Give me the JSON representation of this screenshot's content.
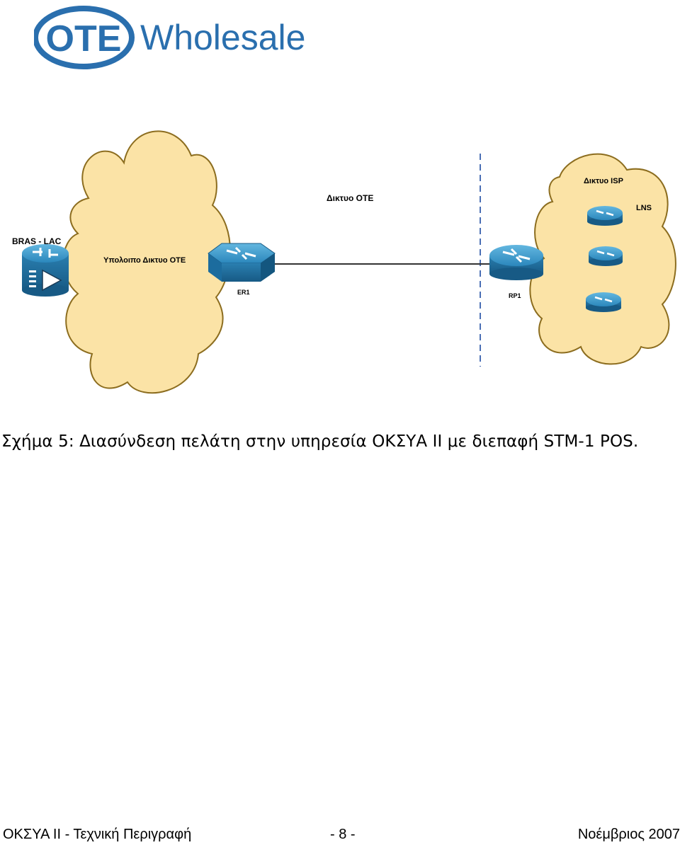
{
  "logo": {
    "brand": "OTE",
    "product": "Wholesale",
    "brand_color": "#2a6fae"
  },
  "diagram": {
    "label_network": "Δικτυο ΟΤΕ",
    "label_isp": "Δικτυο ISP",
    "label_lns": "LNS",
    "label_bras": "BRAS - LAC",
    "label_rest": "Υπολοιπο Δικτυο ΟΤΕ",
    "label_er1": "ER1",
    "label_rp1": "RP1",
    "cloud_fill": "#fbe3a6",
    "cloud_stroke": "#8c6d1f",
    "device_color": "#2d8fc1",
    "divider_color": "#4a6fb5"
  },
  "caption": "Σχήμα 5: Διασύνδεση πελάτη στην υπηρεσία ΟΚΣΥΑ ΙΙ με διεπαφή STM-1 POS.",
  "footer": {
    "left": "ΟΚΣΥΑ ΙΙ  - Τεχνική Περιγραφή",
    "center": "- 8 -",
    "right": "Νοέμβριος  2007"
  }
}
